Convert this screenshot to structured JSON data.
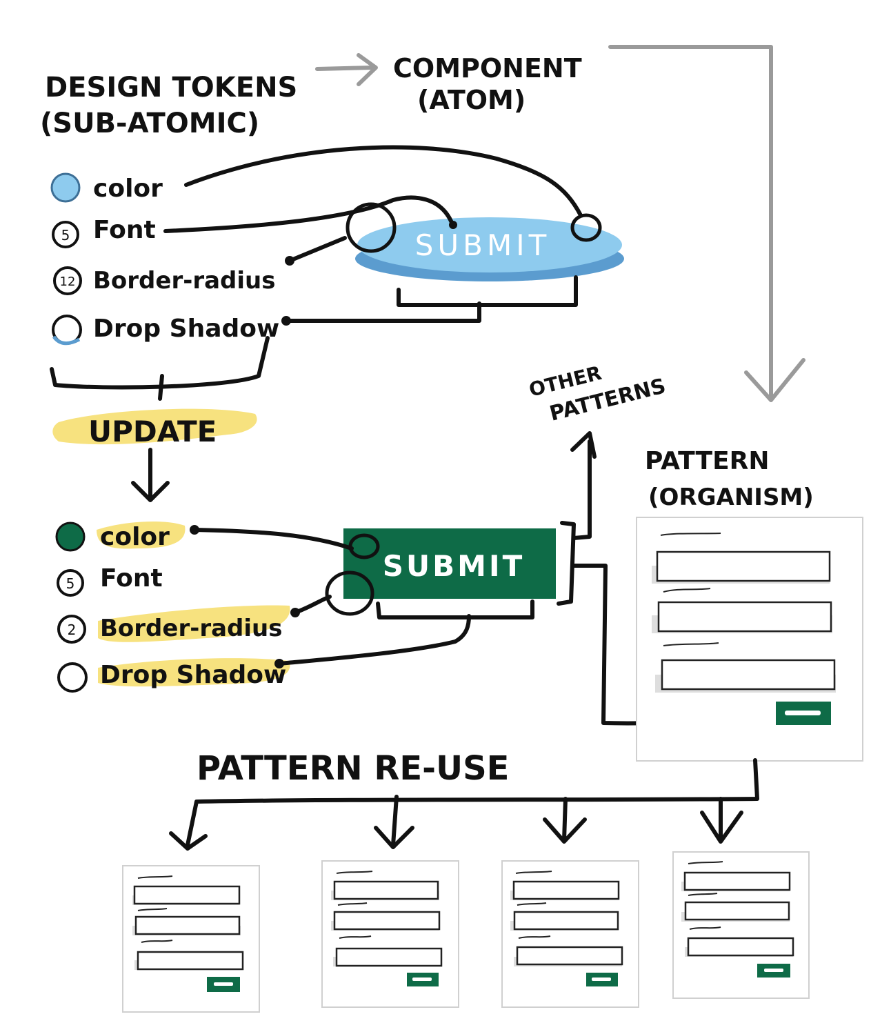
{
  "title": {
    "line1": "DESIGN TOKENS",
    "line2": "(SUB-ATOMIC)"
  },
  "component": {
    "line1": "COMPONENT",
    "line2": "(ATOM)"
  },
  "tokens_before": [
    {
      "label": "color",
      "marker": ""
    },
    {
      "label": "Font",
      "marker": "5"
    },
    {
      "label": "Border-radius",
      "marker": "12"
    },
    {
      "label": "Drop Shadow",
      "marker": ""
    }
  ],
  "tokens_after": [
    {
      "label": "color",
      "marker": ""
    },
    {
      "label": "Font",
      "marker": "5"
    },
    {
      "label": "Border-radius",
      "marker": "2"
    },
    {
      "label": "Drop Shadow",
      "marker": ""
    }
  ],
  "update_label": "UPDATE",
  "button_before": "SUBMIT",
  "button_after": "SUBMIT",
  "other_patterns": {
    "line1": "OTHER",
    "line2": "PATTERNS"
  },
  "pattern": {
    "line1": "PATTERN",
    "line2": "(ORGANISM)"
  },
  "reuse_label": "PATTERN RE-USE",
  "colors": {
    "light_blue": "#8ecbee",
    "light_blue_shadow": "#5b9ccf",
    "green": "#0e6b47",
    "highlight": "#f7e27f",
    "arrow_grey": "#9a9a9a"
  }
}
